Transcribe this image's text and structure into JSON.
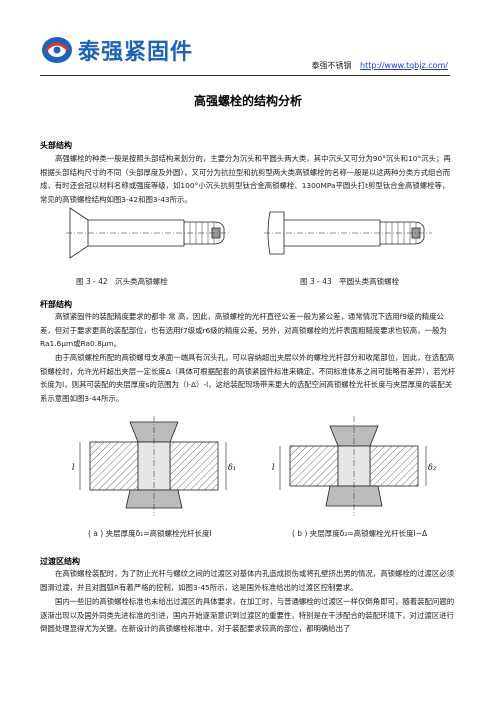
{
  "header": {
    "logo_text": "泰强紧固件",
    "company": "泰强不锈钢",
    "url": "http://www.tqbjz.com/"
  },
  "title": "高强螺栓的结构分析",
  "sections": {
    "head": {
      "heading": "头部结构",
      "p1": "高强螺栓的种类一般是按照头部结构来划分的，主要分为沉头和平圆头两大类，其中沉头又可分为90°沉头和10°沉头；再根据头部结构尺寸的不同（头部厚度及外圆），又可分为抗拉型和抗剪型两大类高锁螺栓的名称一般是以这两种分类方式组合而成，有时还会冠以材料名称或强度等级，如100°小沉头抗剪型钛合金高锁螺栓、1300MPa平圆头打t剪型钛合金高锁螺栓等，常见的高锁螺栓结构如图3-42和图3-43所示。"
    },
    "figs_top": {
      "cap_left": "图 3 - 42　沉头类高锁螺栓",
      "cap_right": "图 3 - 43　平圆头类高锁螺栓"
    },
    "shank": {
      "heading": "杆部结构",
      "p1": "高锁紧固件的装配精度要求的都非 常 高，因此，高锁螺栓的光杆直径公差一般为紧公差，通常情况下选用f9级的精度公差，但对于要求更高的装配部位，也有选用f7级或r6级的精度公差。另外，对高锁螺栓的光杆表面粗糙度要求也较高，一般为Ra1.6μm或Ra0.8μm。",
      "p2": "由于高锁螺栓所配的高锁螺母支承面一端具有沉头孔，可以容纳超出夹层以外的螺栓光杆部分和收尾部位，因此，在选配高锁螺栓时，允许光杆超出夹层一定长度Δ（具体可根据配套的高锁紧固件标准来确定，不同标准体系之间可能略有差异），若光杆长度为l，则其可装配的夹层厚度s的范围为（l-Δ）-l，这给装配现场带来更大的选配空间高锁螺栓光杆长度与夹层厚度的装配关系示意图如图3-44所示。"
    },
    "figs_mid": {
      "label_l": "l",
      "label_s1": "δ₁",
      "label_s2": "δ₂",
      "cap_left": "( a ) 夹层厚度δ₁=高锁螺栓光杆长度l",
      "cap_right": "( b ) 夹层厚度δ₂=高锁螺栓光杆长度l−Δ"
    },
    "transition": {
      "heading": "过渡区结构",
      "p1": "在高锁螺栓装配时，为了防止光杆与螺纹之间的过渡区对基体内孔造成损伤或将孔壁挤出男的情况，高锁螺栓的过渡区必须圆滑过渡，并且对圆弧R有着严格的控制，如图3-45所示，这是国外标准给出的过渡区控制要求。",
      "p2": "国内一些旧的高锁螺栓标准也未给出过渡区的具体要求，在加工时，与普通螺栓的过渡区一样仅倒角即可，随着装配问题的逐渐出现以及国外同类先进标准的引进，国内开始逐渐意识到过渡区的重要性，特别是在干涉配合的装配环境下，对过渡区进行倒圆处理显得尤为关键。在新设计的高锁螺栓标准中，对于装配要求较高的部位，都明确给出了"
    }
  },
  "colors": {
    "brand": "#1e63b8",
    "link": "#1a3fd0"
  }
}
